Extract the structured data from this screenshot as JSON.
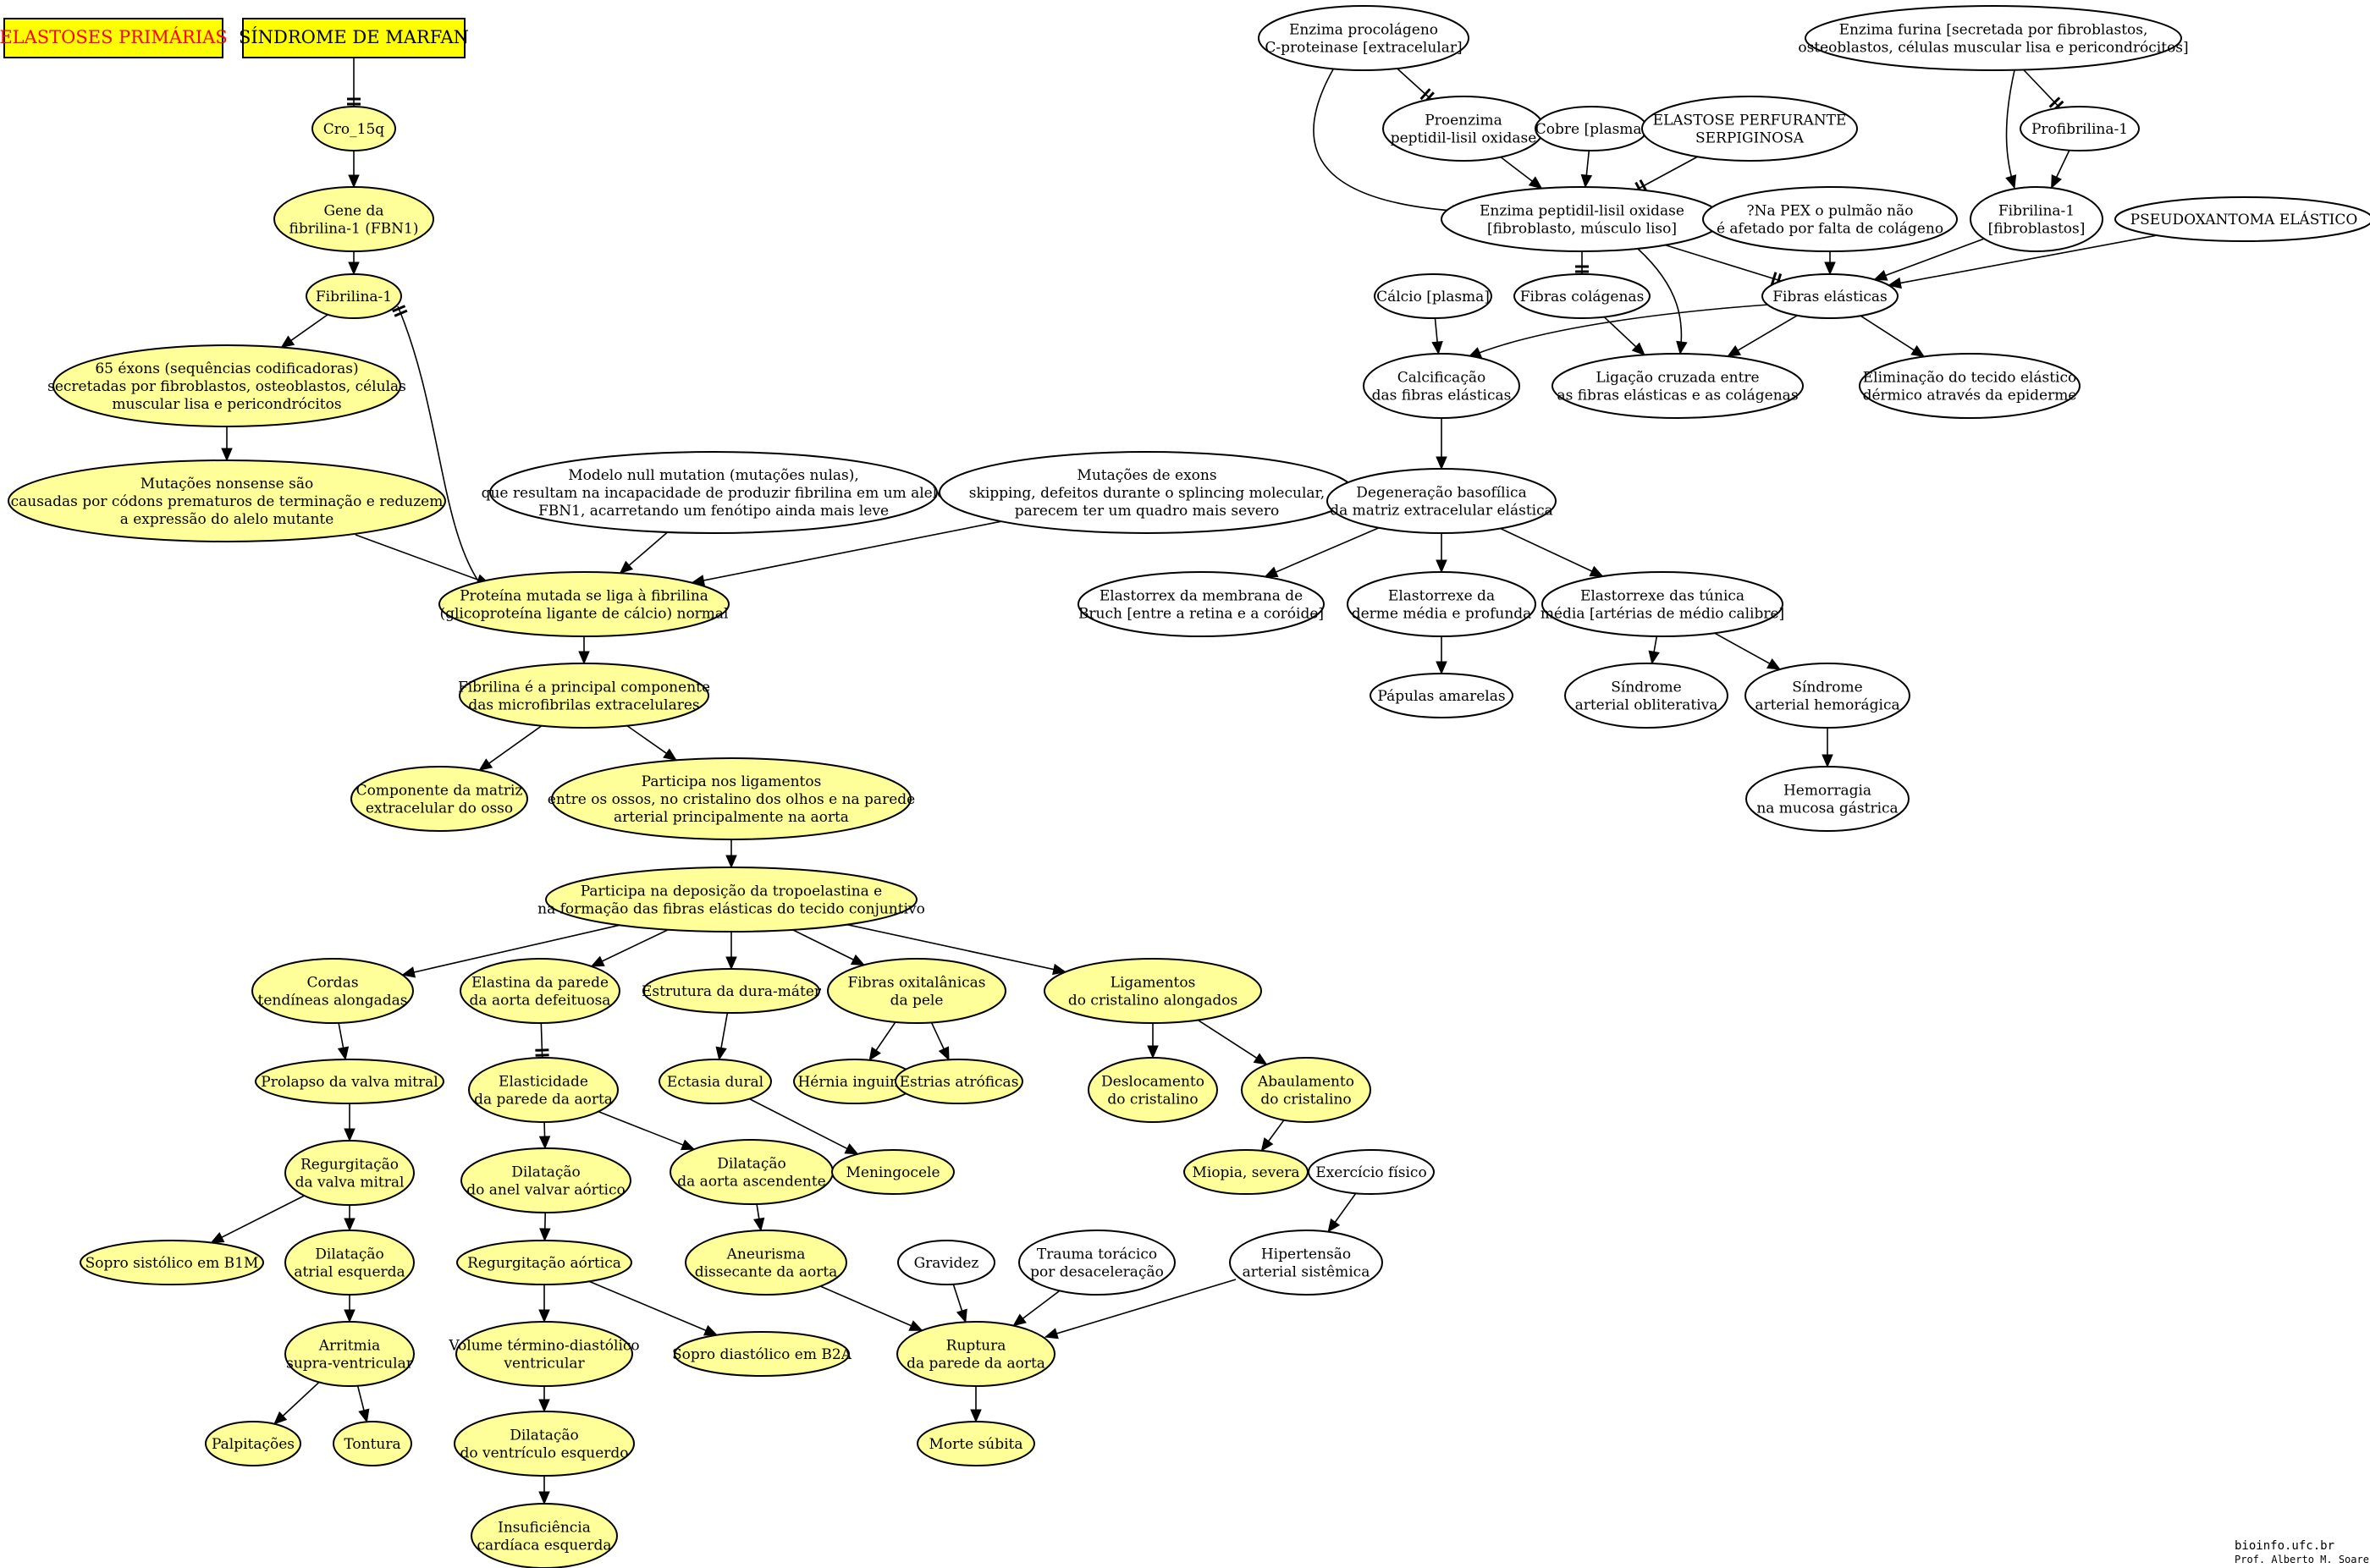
{
  "colors": {
    "highlight_fill": "#ffff99",
    "plain_fill": "#ffffff",
    "title_box_fill": "#ffff00",
    "title_box_border": "#0000cc",
    "title_red": "#ff0000",
    "ink": "#000000"
  },
  "title_boxes": [
    {
      "id": "elastoses",
      "text": "ELASTOSES PRIMÁRIAS",
      "text_color": "red"
    },
    {
      "id": "marfan",
      "text": "SÍNDROME DE MARFAN",
      "text_color": "black"
    }
  ],
  "nodes": [
    {
      "id": "cro15q",
      "lines": [
        "Cro_15q"
      ],
      "fill": "yellow"
    },
    {
      "id": "gene",
      "lines": [
        "Gene da",
        "fibrilina-1 (FBN1)"
      ],
      "fill": "yellow"
    },
    {
      "id": "fib1",
      "lines": [
        "Fibrilina-1"
      ],
      "fill": "yellow"
    },
    {
      "id": "exons",
      "lines": [
        "65 éxons (sequências codificadoras)",
        "secretadas por fibroblastos, osteoblastos, células",
        "muscular lisa e pericondrócitos"
      ],
      "fill": "yellow"
    },
    {
      "id": "nonsense",
      "lines": [
        "Mutações nonsense são",
        "causadas por códons prematuros de terminação e reduzem",
        "a expressão do alelo mutante"
      ],
      "fill": "yellow"
    },
    {
      "id": "nullmut",
      "lines": [
        "Modelo null mutation (mutações nulas),",
        "que resultam na incapacidade de produzir fibrilina em um alelo",
        "FBN1, acarretando um fenótipo ainda mais leve"
      ],
      "fill": "white"
    },
    {
      "id": "exonmut",
      "lines": [
        "Mutações de exons",
        "skipping, defeitos durante o splincing molecular,",
        "parecem ter um quadro mais severo"
      ],
      "fill": "white"
    },
    {
      "id": "proteina",
      "lines": [
        "Proteína mutada se liga à fibrilina",
        "(glicoproteína ligante de cálcio) normal"
      ],
      "fill": "yellow"
    },
    {
      "id": "principal",
      "lines": [
        "Fibrilina é a principal componente",
        "das microfibrilas extracelulares"
      ],
      "fill": "yellow"
    },
    {
      "id": "matriz",
      "lines": [
        "Componente da matriz",
        "extracelular do osso"
      ],
      "fill": "yellow"
    },
    {
      "id": "ligamentos",
      "lines": [
        "Participa nos ligamentos",
        "entre os ossos, no cristalino dos olhos e na parede",
        "arterial principalmente na aorta"
      ],
      "fill": "yellow"
    },
    {
      "id": "tropo",
      "lines": [
        "Participa na deposição da tropoelastina e",
        "na formação das fibras elásticas do tecido conjuntivo"
      ],
      "fill": "yellow"
    },
    {
      "id": "cordas",
      "lines": [
        "Cordas",
        "tendíneas alongadas"
      ],
      "fill": "yellow"
    },
    {
      "id": "elastina",
      "lines": [
        "Elastina da parede",
        "da aorta defeituosa"
      ],
      "fill": "yellow"
    },
    {
      "id": "duramater",
      "lines": [
        "Estrutura da dura-máter"
      ],
      "fill": "yellow"
    },
    {
      "id": "oxitalanicas",
      "lines": [
        "Fibras oxitalânicas",
        "da pele"
      ],
      "fill": "yellow"
    },
    {
      "id": "ligcrist",
      "lines": [
        "Ligamentos",
        "do cristalino alongados"
      ],
      "fill": "yellow"
    },
    {
      "id": "prolapso",
      "lines": [
        "Prolapso da valva mitral"
      ],
      "fill": "yellow"
    },
    {
      "id": "elasticidade",
      "lines": [
        "Elasticidade",
        "da parede da aorta"
      ],
      "fill": "yellow"
    },
    {
      "id": "ectasia",
      "lines": [
        "Ectasia dural"
      ],
      "fill": "yellow"
    },
    {
      "id": "hernia",
      "lines": [
        "Hérnia inguinal"
      ],
      "fill": "yellow"
    },
    {
      "id": "estrias",
      "lines": [
        "Estrias atróficas"
      ],
      "fill": "yellow"
    },
    {
      "id": "desloc",
      "lines": [
        "Deslocamento",
        "do cristalino"
      ],
      "fill": "yellow"
    },
    {
      "id": "abaul",
      "lines": [
        "Abaulamento",
        "do cristalino"
      ],
      "fill": "yellow"
    },
    {
      "id": "regmitral",
      "lines": [
        "Regurgitação",
        "da valva mitral"
      ],
      "fill": "yellow"
    },
    {
      "id": "dilanel",
      "lines": [
        "Dilatação",
        "do anel valvar aórtico"
      ],
      "fill": "yellow"
    },
    {
      "id": "dilasc",
      "lines": [
        "Dilatação",
        "da aorta ascendente"
      ],
      "fill": "yellow"
    },
    {
      "id": "meningo",
      "lines": [
        "Meningocele"
      ],
      "fill": "yellow"
    },
    {
      "id": "miopia",
      "lines": [
        "Miopia, severa"
      ],
      "fill": "yellow"
    },
    {
      "id": "exercicio",
      "lines": [
        "Exercício físico"
      ],
      "fill": "white"
    },
    {
      "id": "sopro1",
      "lines": [
        "Sopro sistólico em B1M"
      ],
      "fill": "yellow"
    },
    {
      "id": "dilatrial",
      "lines": [
        "Dilatação",
        "atrial esquerda"
      ],
      "fill": "yellow"
    },
    {
      "id": "regaort",
      "lines": [
        "Regurgitação aórtica"
      ],
      "fill": "yellow"
    },
    {
      "id": "aneurisma",
      "lines": [
        "Aneurisma",
        "dissecante da aorta"
      ],
      "fill": "yellow"
    },
    {
      "id": "gravidez",
      "lines": [
        "Gravidez"
      ],
      "fill": "white"
    },
    {
      "id": "trauma",
      "lines": [
        "Trauma torácico",
        "por desaceleração"
      ],
      "fill": "white"
    },
    {
      "id": "hipert",
      "lines": [
        "Hipertensão",
        "arterial sistêmica"
      ],
      "fill": "white"
    },
    {
      "id": "arritmia",
      "lines": [
        "Arritmia",
        "supra-ventricular"
      ],
      "fill": "yellow"
    },
    {
      "id": "volume",
      "lines": [
        "Volume término-diastólico",
        "ventricular"
      ],
      "fill": "yellow"
    },
    {
      "id": "sopro2",
      "lines": [
        "Sopro diastólico em B2A"
      ],
      "fill": "yellow"
    },
    {
      "id": "ruptura",
      "lines": [
        "Ruptura",
        "da parede da aorta"
      ],
      "fill": "yellow"
    },
    {
      "id": "palpit",
      "lines": [
        "Palpitações"
      ],
      "fill": "yellow"
    },
    {
      "id": "tontura",
      "lines": [
        "Tontura"
      ],
      "fill": "yellow"
    },
    {
      "id": "dilvent",
      "lines": [
        "Dilatação",
        "do ventrículo esquerdo"
      ],
      "fill": "yellow"
    },
    {
      "id": "morte",
      "lines": [
        "Morte súbita"
      ],
      "fill": "yellow"
    },
    {
      "id": "insuf",
      "lines": [
        "Insuficiência",
        "cardíaca esquerda"
      ],
      "fill": "yellow"
    },
    {
      "id": "procolag",
      "lines": [
        "Enzima procolágeno",
        "C-proteinase [extracelular]"
      ],
      "fill": "white"
    },
    {
      "id": "furina",
      "lines": [
        "Enzima furina [secretada por fibroblastos,",
        "osteoblastos, células muscular lisa e pericondrócitos]"
      ],
      "fill": "white"
    },
    {
      "id": "proenzima",
      "lines": [
        "Proenzima",
        "peptidil-lisil oxidase"
      ],
      "fill": "white"
    },
    {
      "id": "cobre",
      "lines": [
        "Cobre [plasma]"
      ],
      "fill": "white"
    },
    {
      "id": "elastperf",
      "lines": [
        "ELASTOSE PERFURANTE",
        "SERPIGINOSA"
      ],
      "fill": "white"
    },
    {
      "id": "profib",
      "lines": [
        "Profibrilina-1"
      ],
      "fill": "white"
    },
    {
      "id": "enzlisil",
      "lines": [
        "Enzima peptidil-lisil oxidase",
        "[fibroblasto, músculo liso]"
      ],
      "fill": "white"
    },
    {
      "id": "pex",
      "lines": [
        "?Na PEX o pulmão não",
        "é afetado por falta de colágeno"
      ],
      "fill": "white"
    },
    {
      "id": "fibfib",
      "lines": [
        "Fibrilina-1",
        "[fibroblastos]"
      ],
      "fill": "white"
    },
    {
      "id": "pseudo",
      "lines": [
        "PSEUDOXANTOMA ELÁSTICO"
      ],
      "fill": "white"
    },
    {
      "id": "calcio",
      "lines": [
        "Cálcio [plasma]"
      ],
      "fill": "white"
    },
    {
      "id": "fibcol",
      "lines": [
        "Fibras colágenas"
      ],
      "fill": "white"
    },
    {
      "id": "fibelast",
      "lines": [
        "Fibras elásticas"
      ],
      "fill": "white"
    },
    {
      "id": "calcif",
      "lines": [
        "Calcificação",
        "das fibras elásticas"
      ],
      "fill": "white"
    },
    {
      "id": "ligcruz",
      "lines": [
        "Ligação cruzada entre",
        "as fibras elásticas e as colágenas"
      ],
      "fill": "white"
    },
    {
      "id": "elimin",
      "lines": [
        "Eliminação do tecido elástico",
        "dérmico através da epiderme"
      ],
      "fill": "white"
    },
    {
      "id": "degen",
      "lines": [
        "Degeneração basofílica",
        "da matriz extracelular elástica"
      ],
      "fill": "white"
    },
    {
      "id": "elastbruch",
      "lines": [
        "Elastorrex da membrana de",
        "Bruch [entre a retina e a coróide]"
      ],
      "fill": "white"
    },
    {
      "id": "elastderme",
      "lines": [
        "Elastorrexe da",
        "derme média e profunda"
      ],
      "fill": "white"
    },
    {
      "id": "elasttunica",
      "lines": [
        "Elastorrexe das túnica",
        "média [artérias de médio calibre]"
      ],
      "fill": "white"
    },
    {
      "id": "papulas",
      "lines": [
        "Pápulas amarelas"
      ],
      "fill": "white"
    },
    {
      "id": "sindoblit",
      "lines": [
        "Síndrome",
        "arterial obliterativa"
      ],
      "fill": "white"
    },
    {
      "id": "sindhemo",
      "lines": [
        "Síndrome",
        "arterial hemorágica"
      ],
      "fill": "white"
    },
    {
      "id": "hemorragia",
      "lines": [
        "Hemorragia",
        "na mucosa gástrica"
      ],
      "fill": "white"
    }
  ],
  "edges": [
    {
      "from": "marfan",
      "to": "cro15q",
      "head": "tee"
    },
    {
      "from": "cro15q",
      "to": "gene",
      "head": "arrow"
    },
    {
      "from": "gene",
      "to": "fib1",
      "head": "arrow"
    },
    {
      "from": "fib1",
      "to": "exons",
      "head": "arrow"
    },
    {
      "from": "exons",
      "to": "nonsense",
      "head": "arrow"
    },
    {
      "from": "nonsense",
      "to": "proteina",
      "head": "arrow"
    },
    {
      "from": "nullmut",
      "to": "proteina",
      "head": "arrow"
    },
    {
      "from": "exonmut",
      "to": "proteina",
      "head": "arrow"
    },
    {
      "from": "proteina",
      "to": "fib1",
      "head": "tee"
    },
    {
      "from": "proteina",
      "to": "principal",
      "head": "arrow"
    },
    {
      "from": "principal",
      "to": "matriz",
      "head": "arrow"
    },
    {
      "from": "principal",
      "to": "ligamentos",
      "head": "arrow"
    },
    {
      "from": "ligamentos",
      "to": "tropo",
      "head": "arrow"
    },
    {
      "from": "tropo",
      "to": "cordas",
      "head": "arrow"
    },
    {
      "from": "tropo",
      "to": "elastina",
      "head": "arrow"
    },
    {
      "from": "tropo",
      "to": "duramater",
      "head": "arrow"
    },
    {
      "from": "tropo",
      "to": "oxitalanicas",
      "head": "arrow"
    },
    {
      "from": "tropo",
      "to": "ligcrist",
      "head": "arrow"
    },
    {
      "from": "cordas",
      "to": "prolapso",
      "head": "arrow"
    },
    {
      "from": "elastina",
      "to": "elasticidade",
      "head": "tee"
    },
    {
      "from": "duramater",
      "to": "ectasia",
      "head": "arrow"
    },
    {
      "from": "oxitalanicas",
      "to": "hernia",
      "head": "arrow"
    },
    {
      "from": "oxitalanicas",
      "to": "estrias",
      "head": "arrow"
    },
    {
      "from": "ligcrist",
      "to": "desloc",
      "head": "arrow"
    },
    {
      "from": "ligcrist",
      "to": "abaul",
      "head": "arrow"
    },
    {
      "from": "prolapso",
      "to": "regmitral",
      "head": "arrow"
    },
    {
      "from": "elasticidade",
      "to": "dilanel",
      "head": "arrow"
    },
    {
      "from": "elasticidade",
      "to": "dilasc",
      "head": "arrow"
    },
    {
      "from": "ectasia",
      "to": "meningo",
      "head": "arrow"
    },
    {
      "from": "abaul",
      "to": "miopia",
      "head": "arrow"
    },
    {
      "from": "regmitral",
      "to": "sopro1",
      "head": "arrow"
    },
    {
      "from": "regmitral",
      "to": "dilatrial",
      "head": "arrow"
    },
    {
      "from": "dilanel",
      "to": "regaort",
      "head": "arrow"
    },
    {
      "from": "dilasc",
      "to": "aneurisma",
      "head": "arrow"
    },
    {
      "from": "exercicio",
      "to": "hipert",
      "head": "arrow"
    },
    {
      "from": "dilatrial",
      "to": "arritmia",
      "head": "arrow"
    },
    {
      "from": "regaort",
      "to": "volume",
      "head": "arrow"
    },
    {
      "from": "regaort",
      "to": "sopro2",
      "head": "arrow"
    },
    {
      "from": "aneurisma",
      "to": "ruptura",
      "head": "arrow"
    },
    {
      "from": "gravidez",
      "to": "ruptura",
      "head": "arrow"
    },
    {
      "from": "trauma",
      "to": "ruptura",
      "head": "arrow"
    },
    {
      "from": "hipert",
      "to": "ruptura",
      "head": "arrow"
    },
    {
      "from": "arritmia",
      "to": "palpit",
      "head": "arrow"
    },
    {
      "from": "arritmia",
      "to": "tontura",
      "head": "arrow"
    },
    {
      "from": "volume",
      "to": "dilvent",
      "head": "arrow"
    },
    {
      "from": "ruptura",
      "to": "morte",
      "head": "arrow"
    },
    {
      "from": "dilvent",
      "to": "insuf",
      "head": "arrow"
    },
    {
      "from": "procolag",
      "to": "proenzima",
      "head": "tee"
    },
    {
      "from": "procolag",
      "to": "enzlisil",
      "head": "arrow"
    },
    {
      "from": "proenzima",
      "to": "enzlisil",
      "head": "arrow"
    },
    {
      "from": "cobre",
      "to": "enzlisil",
      "head": "arrow"
    },
    {
      "from": "elastperf",
      "to": "enzlisil",
      "head": "tee"
    },
    {
      "from": "furina",
      "to": "profib",
      "head": "tee"
    },
    {
      "from": "furina",
      "to": "fibfib",
      "head": "arrow"
    },
    {
      "from": "profib",
      "to": "fibfib",
      "head": "arrow"
    },
    {
      "from": "enzlisil",
      "to": "fibcol",
      "head": "tee"
    },
    {
      "from": "enzlisil",
      "to": "fibelast",
      "head": "tee"
    },
    {
      "from": "enzlisil",
      "to": "ligcruz",
      "head": "arrow"
    },
    {
      "from": "pex",
      "to": "fibelast",
      "head": "arrow"
    },
    {
      "from": "fibfib",
      "to": "fibelast",
      "head": "arrow"
    },
    {
      "from": "pseudo",
      "to": "fibelast",
      "head": "arrow"
    },
    {
      "from": "calcio",
      "to": "calcif",
      "head": "arrow"
    },
    {
      "from": "fibcol",
      "to": "ligcruz",
      "head": "arrow"
    },
    {
      "from": "fibelast",
      "to": "calcif",
      "head": "arrow"
    },
    {
      "from": "fibelast",
      "to": "ligcruz",
      "head": "arrow"
    },
    {
      "from": "fibelast",
      "to": "elimin",
      "head": "arrow"
    },
    {
      "from": "calcif",
      "to": "degen",
      "head": "arrow"
    },
    {
      "from": "degen",
      "to": "elastbruch",
      "head": "arrow"
    },
    {
      "from": "degen",
      "to": "elastderme",
      "head": "arrow"
    },
    {
      "from": "degen",
      "to": "elasttunica",
      "head": "arrow"
    },
    {
      "from": "elastderme",
      "to": "papulas",
      "head": "arrow"
    },
    {
      "from": "elasttunica",
      "to": "sindoblit",
      "head": "arrow"
    },
    {
      "from": "elasttunica",
      "to": "sindhemo",
      "head": "arrow"
    },
    {
      "from": "sindhemo",
      "to": "hemorragia",
      "head": "arrow"
    }
  ],
  "footer": {
    "site": "bioinfo.ufc.br",
    "author": "Prof. Alberto M. Soares"
  }
}
